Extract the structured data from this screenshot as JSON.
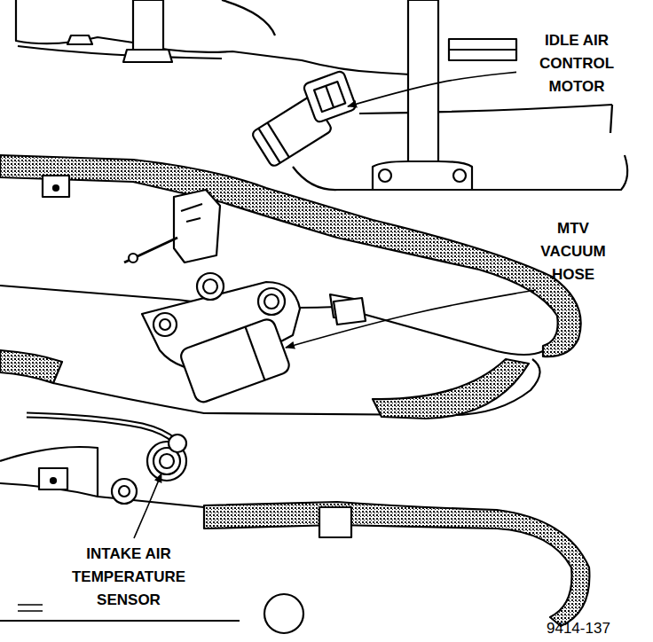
{
  "diagram": {
    "labels": [
      "IDLE AIR CONTROL MOTOR",
      "MTV VACUUM HOSE",
      "INTAKE AIR TEMPERATURE SENSOR",
      "9414-137"
    ]
  }
}
